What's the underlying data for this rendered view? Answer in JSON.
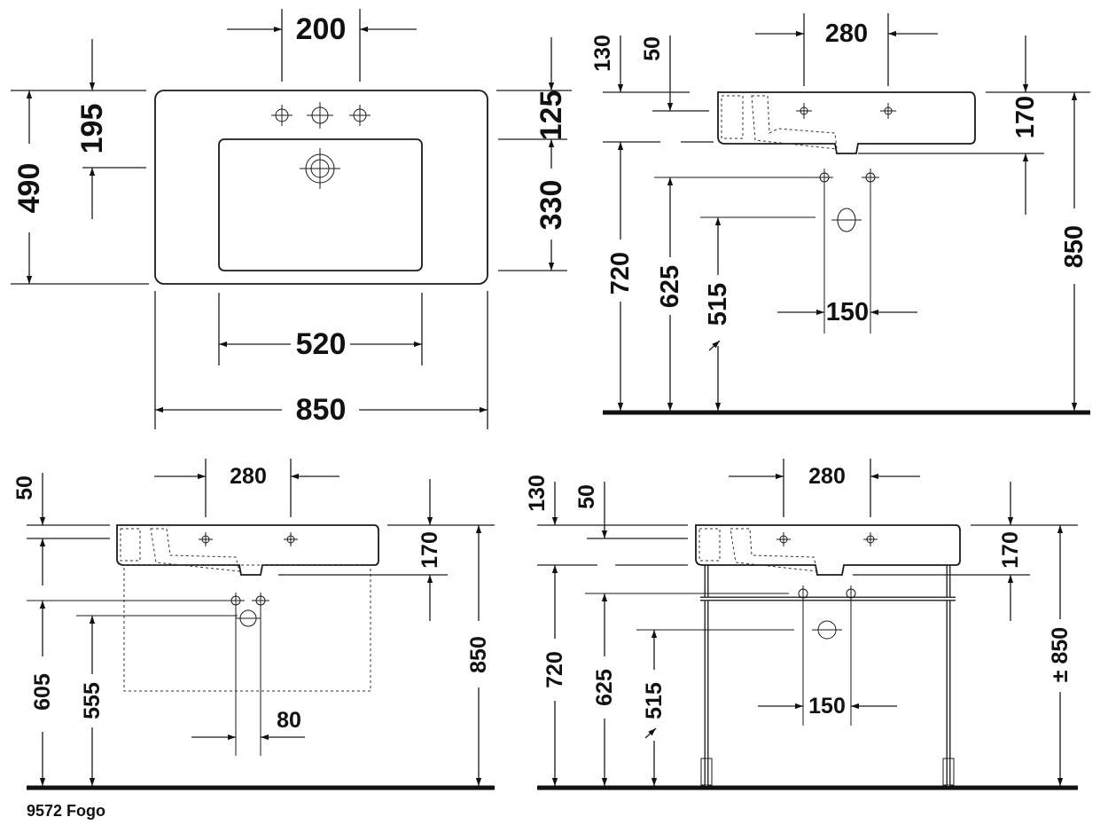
{
  "caption": "9572 Fogo",
  "top_view": {
    "tap_spacing": "200",
    "depth": "490",
    "front_to_tap": "195",
    "back_to_bowl": "125",
    "bowl_depth": "330",
    "bowl_width": "520",
    "overall_width": "850"
  },
  "side_view_right": {
    "top_130": "130",
    "top_50": "50",
    "tap_spacing": "280",
    "height_170": "170",
    "height_850": "850",
    "height_720": "720",
    "height_625": "625",
    "height_515": "515",
    "spacing_150": "150"
  },
  "side_view_left": {
    "top_50": "50",
    "tap_spacing": "280",
    "height_170": "170",
    "height_850": "850",
    "height_605": "605",
    "height_555": "555",
    "spacing_80": "80"
  },
  "side_view_frame": {
    "top_130": "130",
    "top_50": "50",
    "tap_spacing": "280",
    "height_170": "170",
    "height_850": "± 850",
    "height_720": "720",
    "height_625": "625",
    "height_515": "515",
    "spacing_150": "150"
  }
}
